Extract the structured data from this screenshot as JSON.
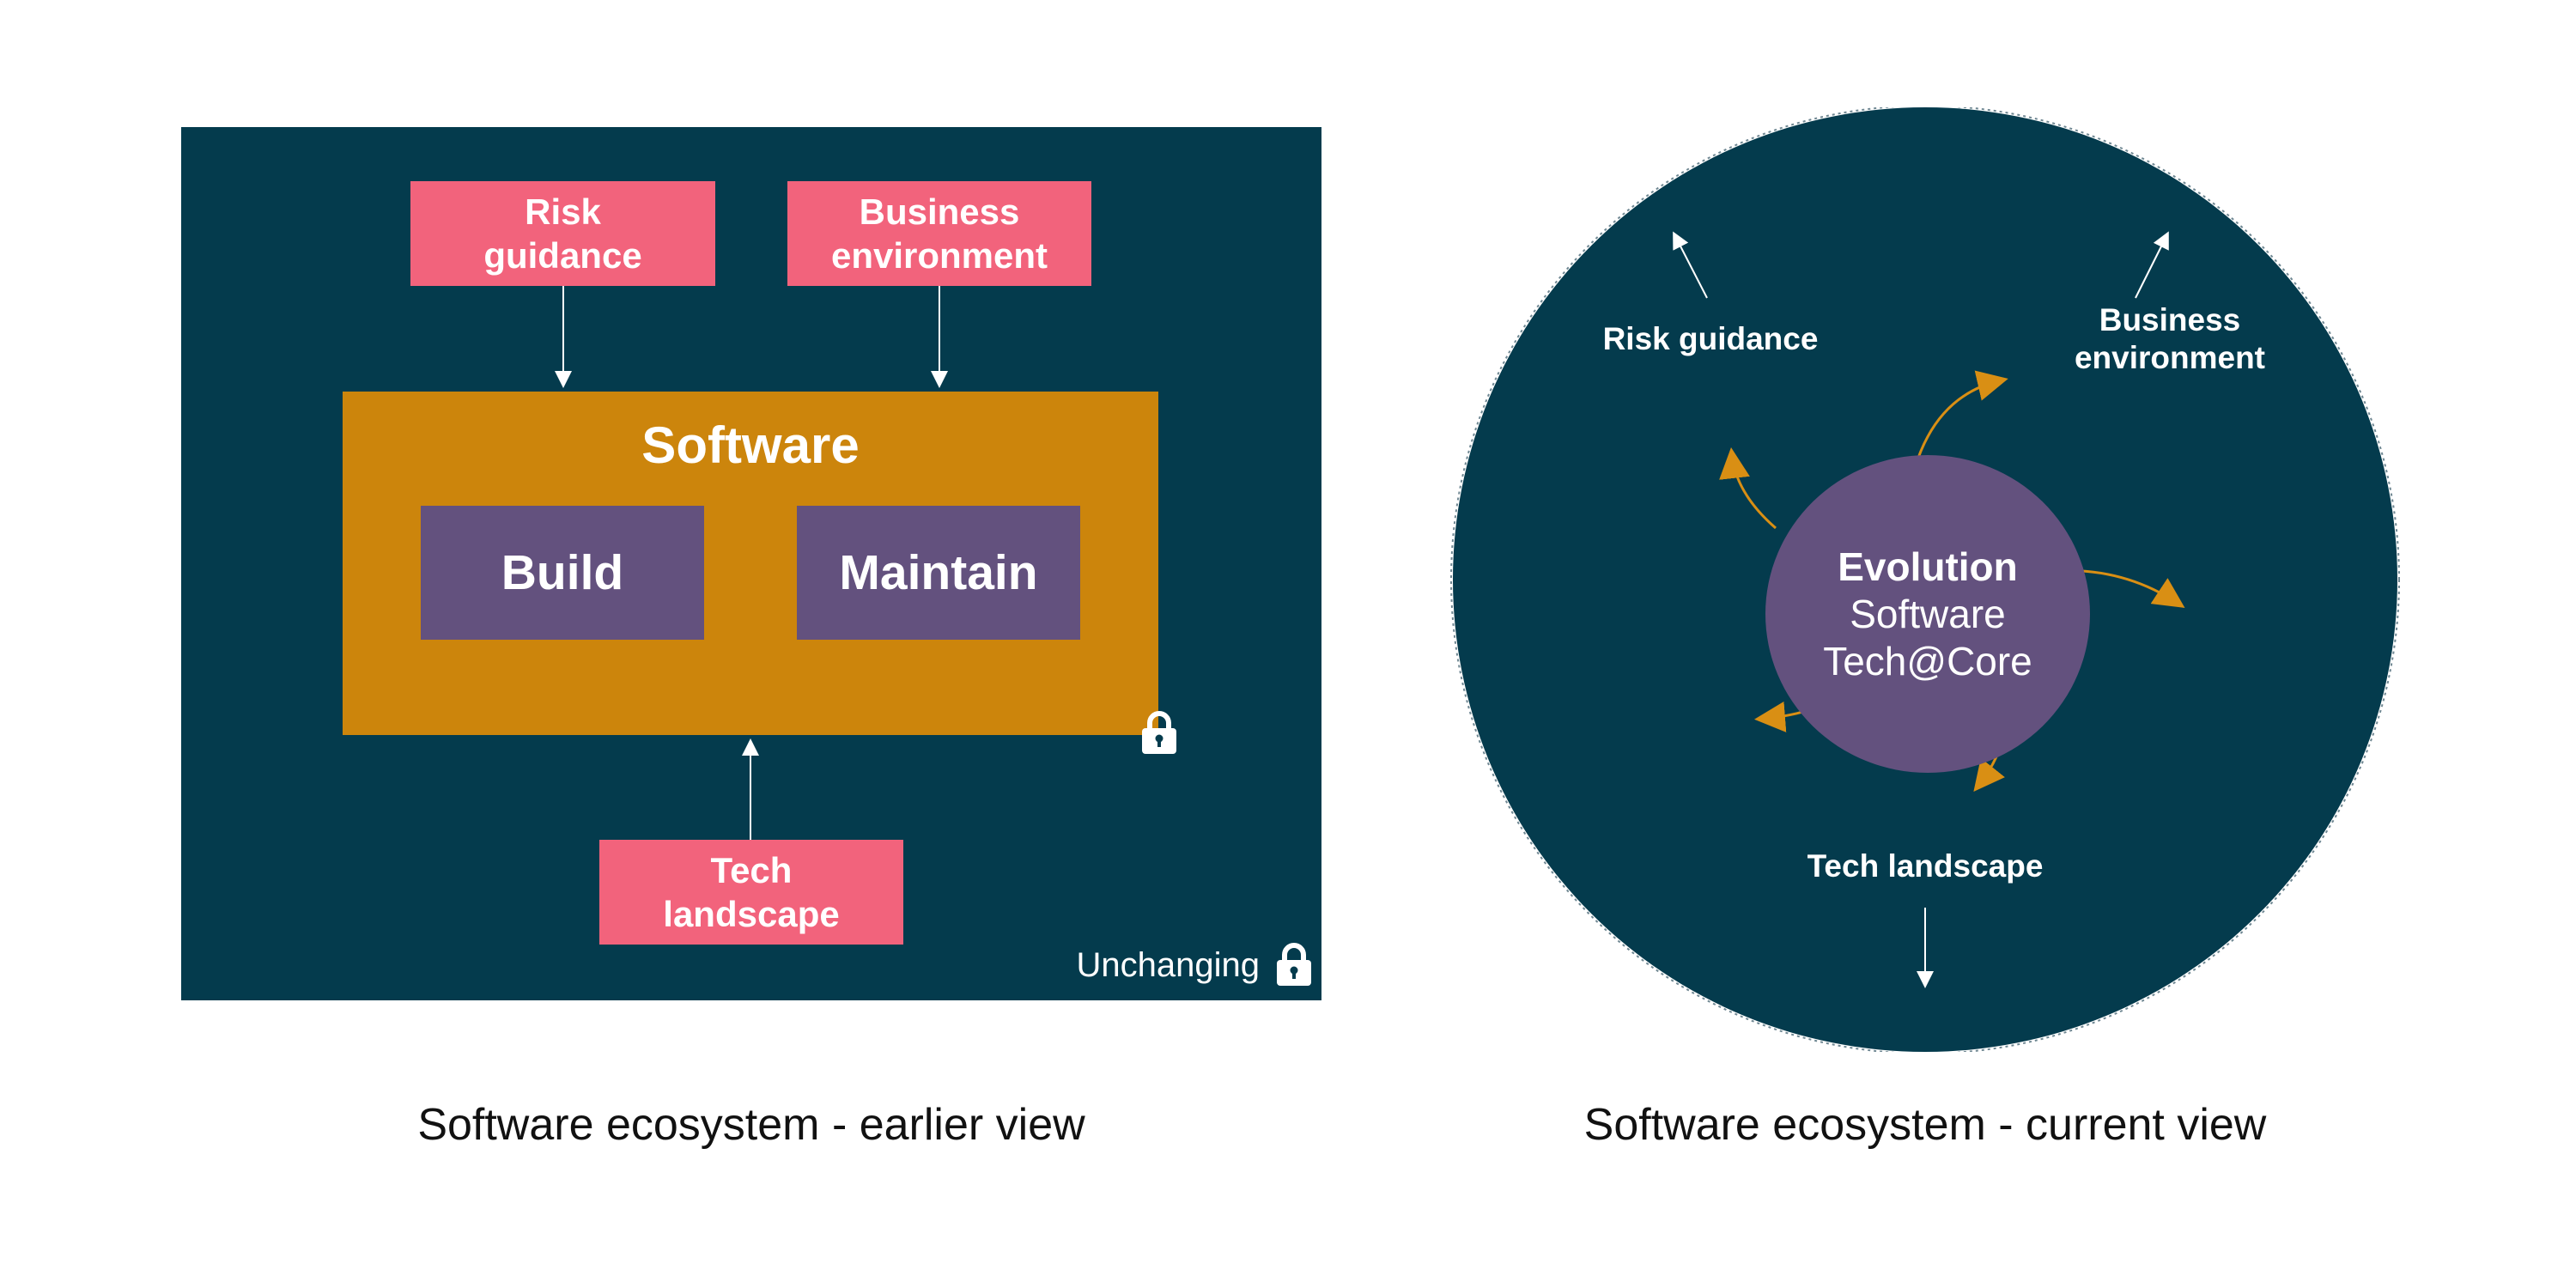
{
  "earlier_view": {
    "caption": "Software ecosystem - earlier view",
    "risk_label": "Risk\nguidance",
    "business_label": "Business\nenvironment",
    "tech_label": "Tech\nlandscape",
    "software_title": "Software",
    "build_label": "Build",
    "maintain_label": "Maintain",
    "unchanging_label": "Unchanging"
  },
  "current_view": {
    "caption": "Software ecosystem - current view",
    "risk_label": "Risk guidance",
    "business_label": "Business\nenvironment",
    "tech_label": "Tech landscape",
    "core_title": "Evolution",
    "core_line1": "Software",
    "core_line2": "Tech@Core"
  },
  "colors": {
    "panel_bg": "#043b4d",
    "pink": "#f2637c",
    "orange": "#cc850c",
    "purple": "#63517e",
    "arrow_orange": "#d98f14"
  },
  "icons": [
    "lock-icon"
  ]
}
